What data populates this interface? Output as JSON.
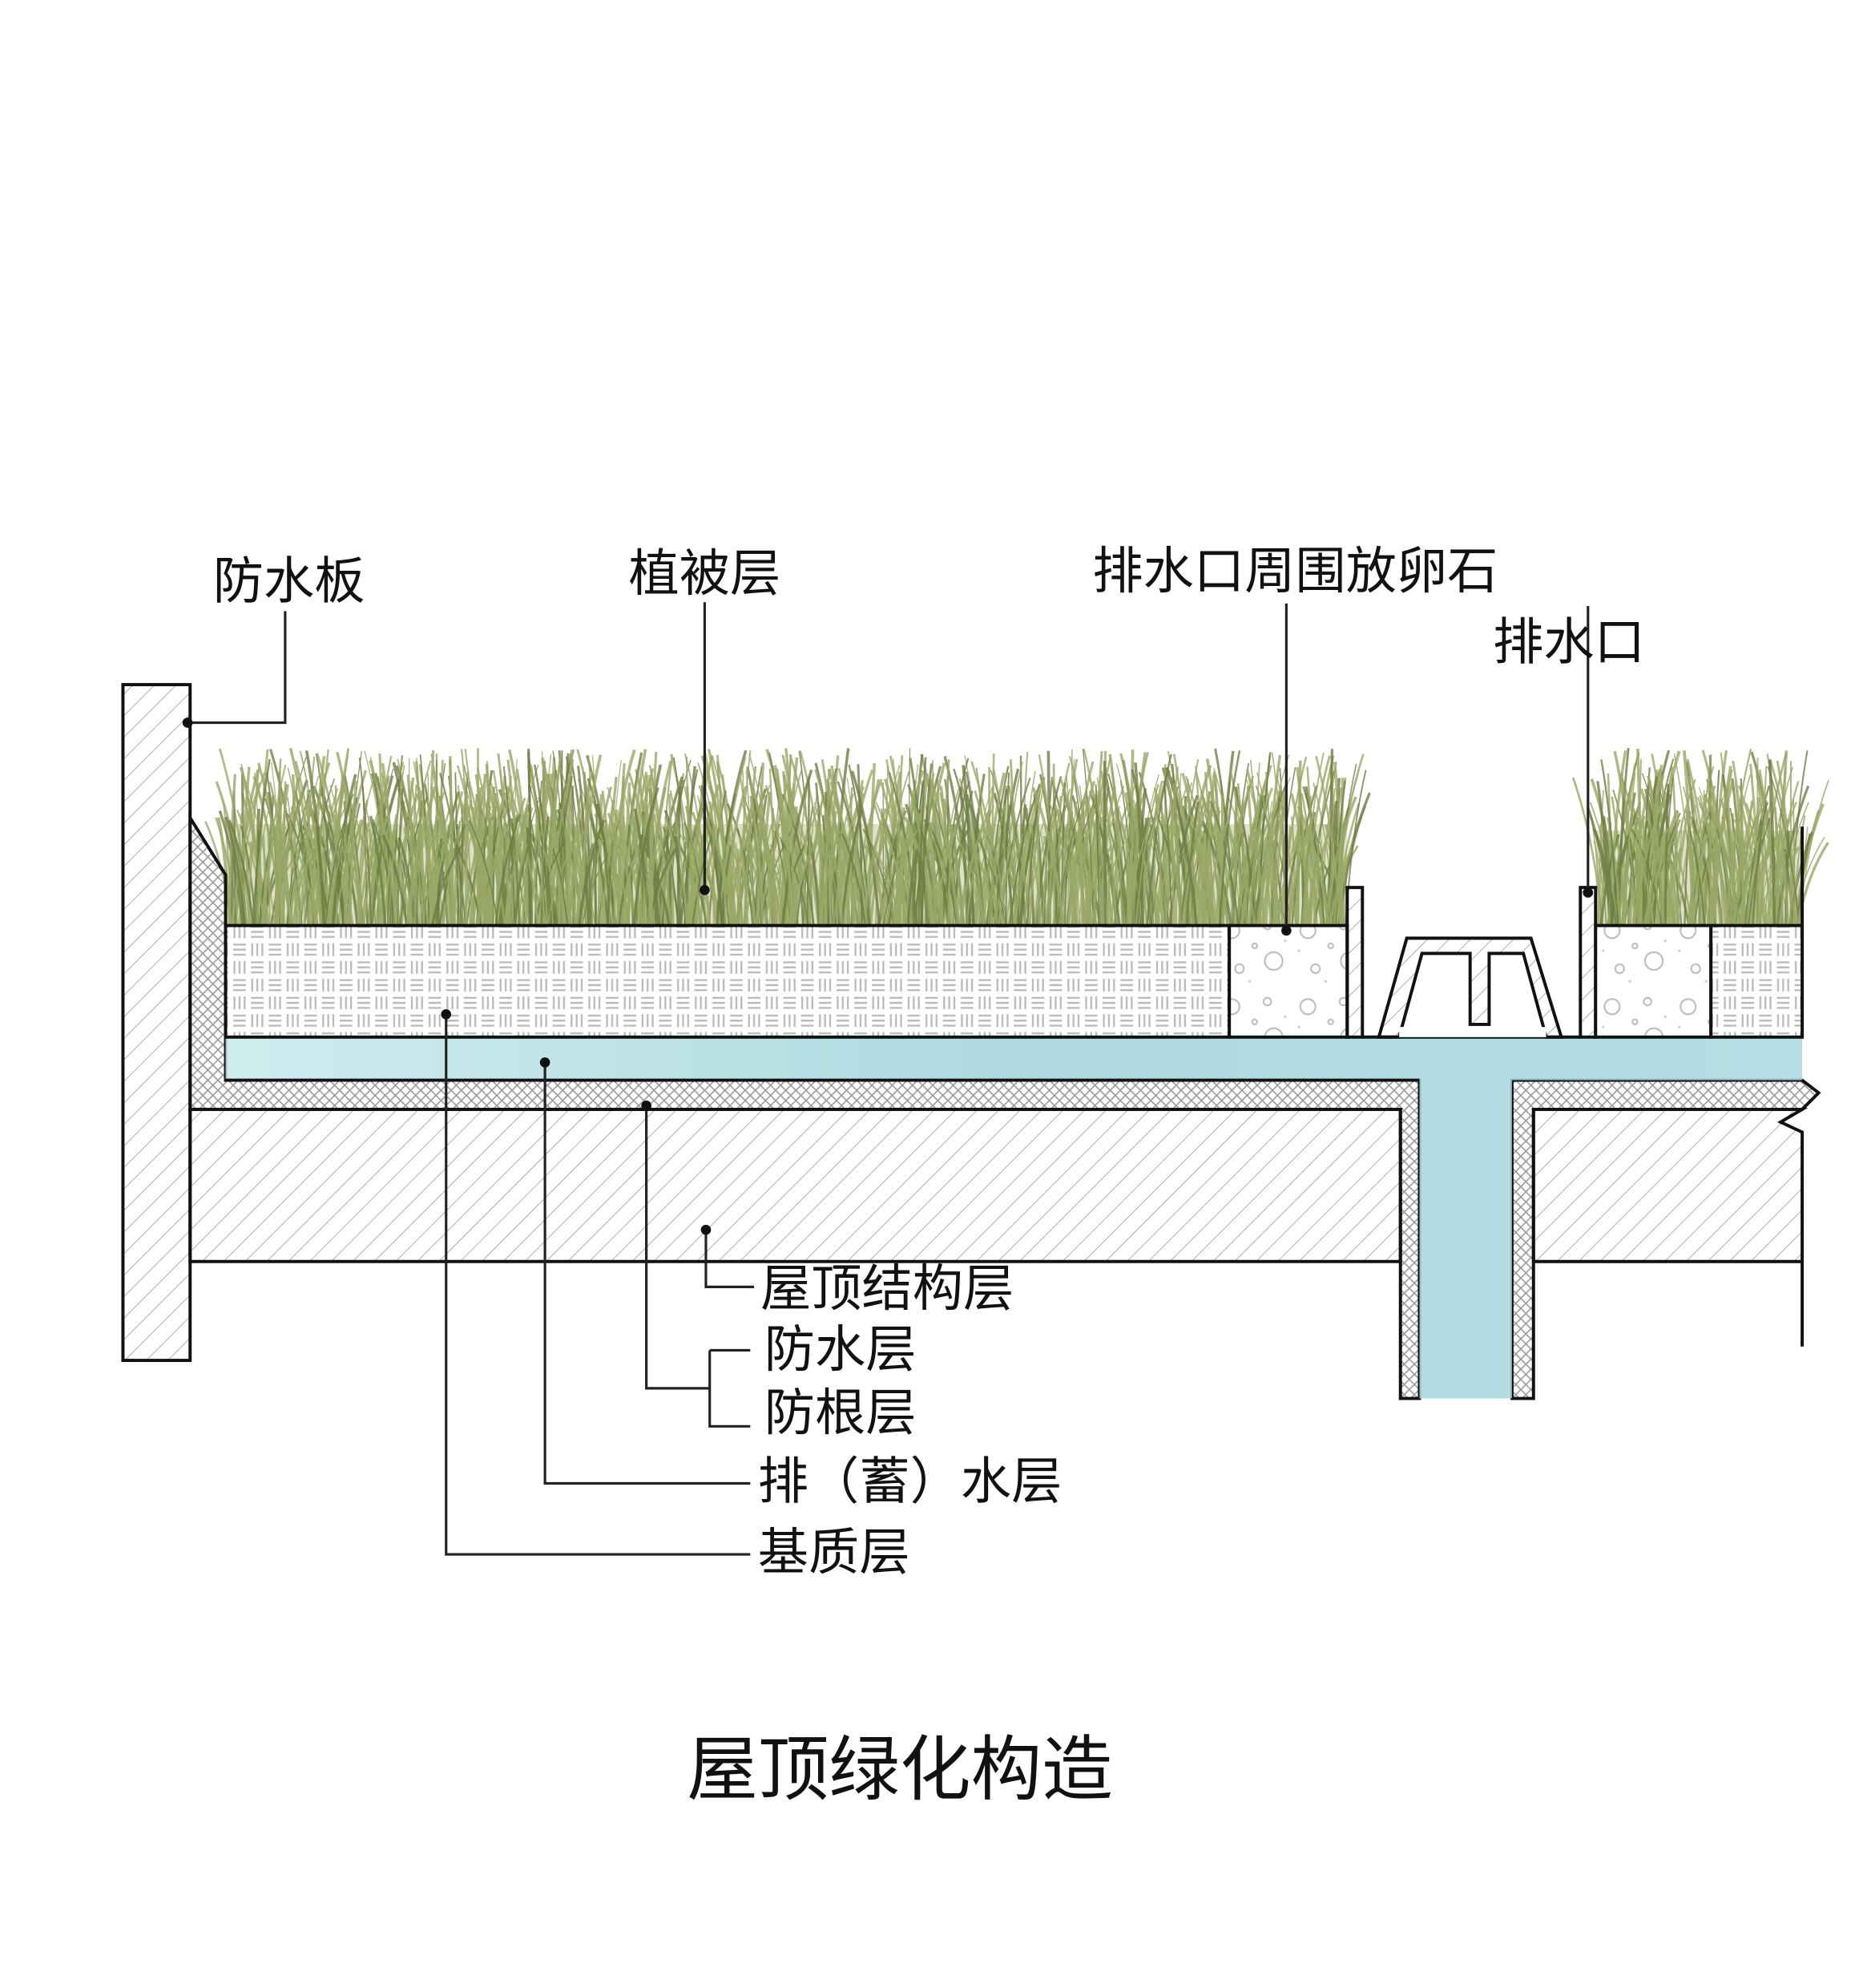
{
  "title": "屋顶绿化构造",
  "labels": {
    "waterproof_board": "防水板",
    "vegetation": "植被层",
    "pebbles": "排水口周围放卵石",
    "drain": "排水口",
    "structure": "屋顶结构层",
    "waterproof": "防水层",
    "root_barrier": "防根层",
    "drainage": "排（蓄）水层",
    "substrate": "基质层"
  },
  "colors": {
    "grass": "#9aa866",
    "water": "#a9dbe0",
    "line": "#111111",
    "hatch": "#a8a8a8"
  }
}
